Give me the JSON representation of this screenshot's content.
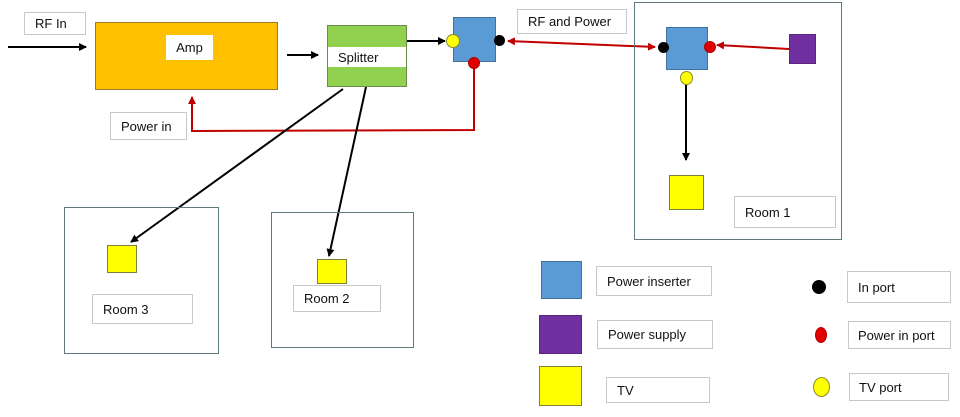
{
  "diagram": {
    "labels": {
      "rf_in": "RF In",
      "amp": "Amp",
      "splitter": "Splitter",
      "rf_and_power": "RF and Power",
      "power_in": "Power in"
    },
    "rooms": [
      {
        "name": "Room 1"
      },
      {
        "name": "Room 2"
      },
      {
        "name": "Room 3"
      }
    ],
    "colors": {
      "amp": "#ffc000",
      "splitter": "#92d050",
      "power_inserter": "#5b9bd5",
      "power_supply": "#7030a0",
      "tv": "#ffff00",
      "in_port": "#000000",
      "power_in_port": "#e00000",
      "tv_port": "#ffff00",
      "signal_line": "#000000",
      "power_line": "#c00000"
    }
  },
  "legend": {
    "components": [
      {
        "label": "Power inserter",
        "color": "#5b9bd5"
      },
      {
        "label": "Power supply",
        "color": "#7030a0"
      },
      {
        "label": "TV",
        "color": "#ffff00"
      }
    ],
    "ports": [
      {
        "label": "In port",
        "color": "#000000"
      },
      {
        "label": "Power in port",
        "color": "#e00000"
      },
      {
        "label": "TV port",
        "color": "#ffff00"
      }
    ]
  }
}
